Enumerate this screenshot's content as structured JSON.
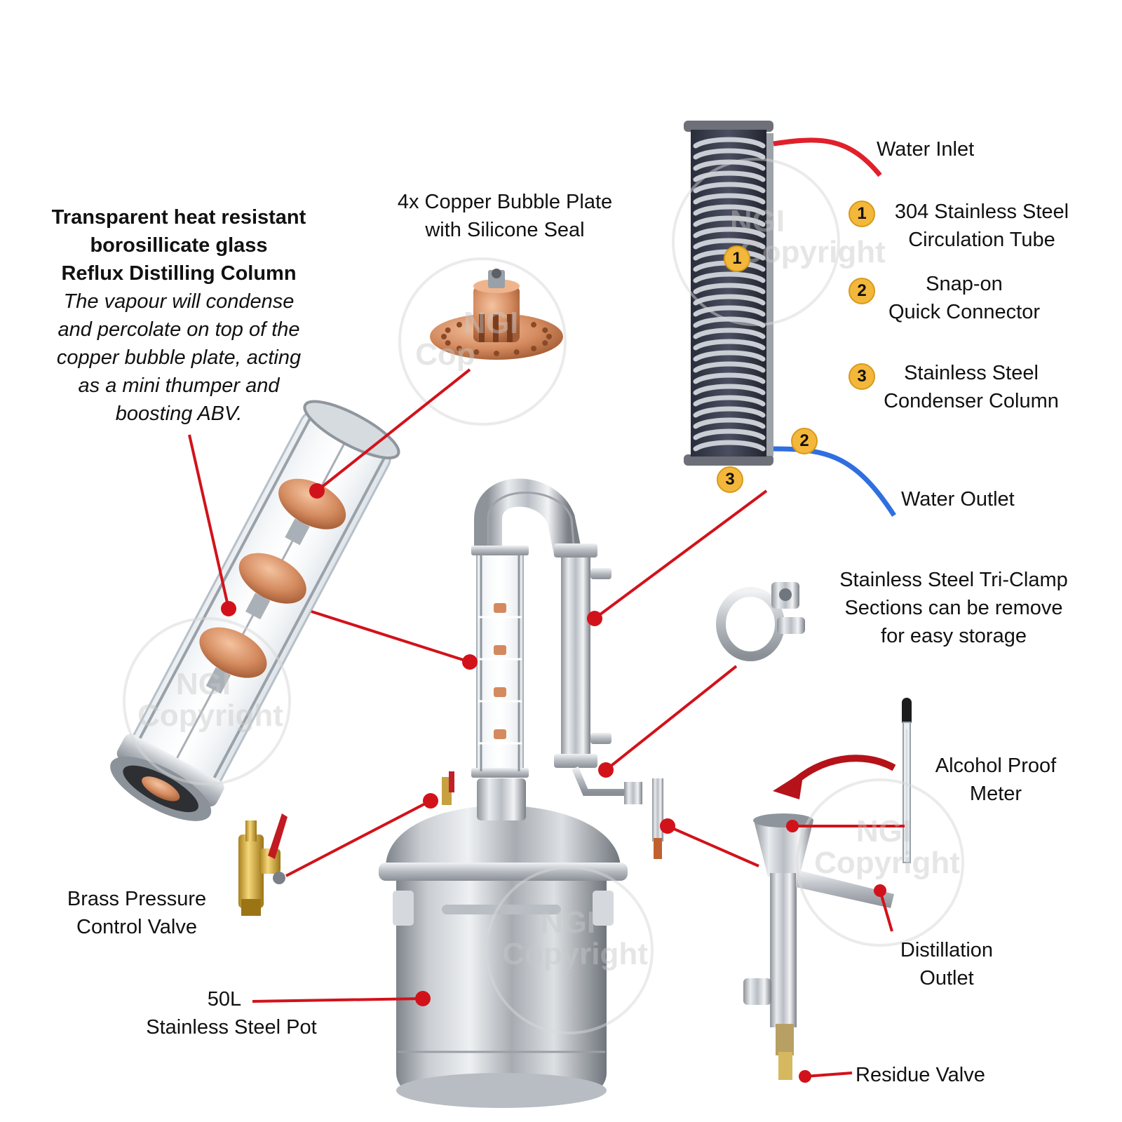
{
  "labels": {
    "column_title_1": "Transparent heat resistant",
    "column_title_2": "borosillicate glass",
    "column_title_3": "Reflux Distilling Column",
    "column_desc_1": "The vapour will condense",
    "column_desc_2": "and percolate on top of the",
    "column_desc_3": "copper bubble plate, acting",
    "column_desc_4": "as a mini thumper and",
    "column_desc_5": "boosting ABV.",
    "bubble_plate_1": "4x Copper Bubble Plate",
    "bubble_plate_2": "with Silicone Seal",
    "water_inlet": "Water Inlet",
    "water_outlet": "Water Outlet",
    "item1_line1": "304 Stainless Steel",
    "item1_line2": "Circulation Tube",
    "item2_line1": "Snap-on",
    "item2_line2": "Quick Connector",
    "item3_line1": "Stainless Steel",
    "item3_line2": "Condenser Column",
    "triclamp_1": "Stainless Steel Tri-Clamp",
    "triclamp_2": "Sections can be remove",
    "triclamp_3": "for easy storage",
    "proof_meter_1": "Alcohol Proof",
    "proof_meter_2": "Meter",
    "distill_outlet_1": "Distillation",
    "distill_outlet_2": "Outlet",
    "residue_valve": "Residue Valve",
    "brass_valve_1": "Brass Pressure",
    "brass_valve_2": "Control Valve",
    "pot_1": "50L",
    "pot_2": "Stainless Steel Pot"
  },
  "badges": [
    "1",
    "2",
    "3"
  ],
  "watermark": {
    "line1": "NGI",
    "line2": "Copyright",
    "partial_1": "Copyri",
    "partial_2": "Cop"
  },
  "colors": {
    "callout": "#d2121a",
    "badge": "#f3b73b",
    "water_in": "#e0202a",
    "water_out": "#2f6fe0",
    "copper": "#d48a5e",
    "steel": "#c8ccd1"
  }
}
